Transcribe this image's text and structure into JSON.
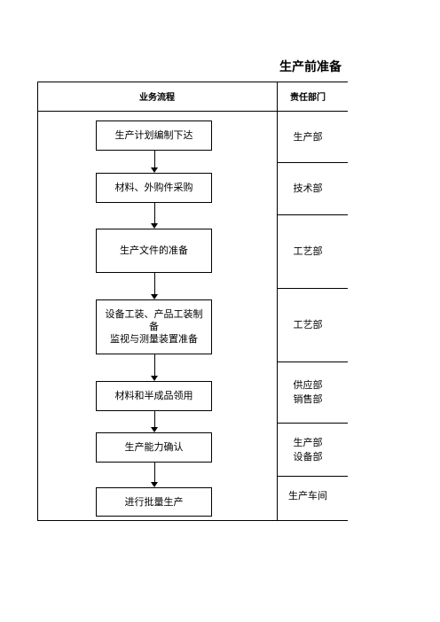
{
  "title": "生产前准备",
  "table": {
    "headers": {
      "process": "业务流程",
      "department": "责任部门"
    },
    "steps": [
      {
        "label": "生产计划编制下达",
        "department": "生产部"
      },
      {
        "label": "材料、外购件采购",
        "department": "技术部"
      },
      {
        "label": "生产文件的准备",
        "department": "工艺部"
      },
      {
        "label": "设备工装、产品工装制\n备\n监视与测量装置准备",
        "department": "工艺部"
      },
      {
        "label": "材料和半成品领用",
        "department": "供应部\n销售部"
      },
      {
        "label": "生产能力确认",
        "department": "生产部\n设备部"
      },
      {
        "label": "进行批量生产",
        "department": "生产车间"
      }
    ]
  }
}
